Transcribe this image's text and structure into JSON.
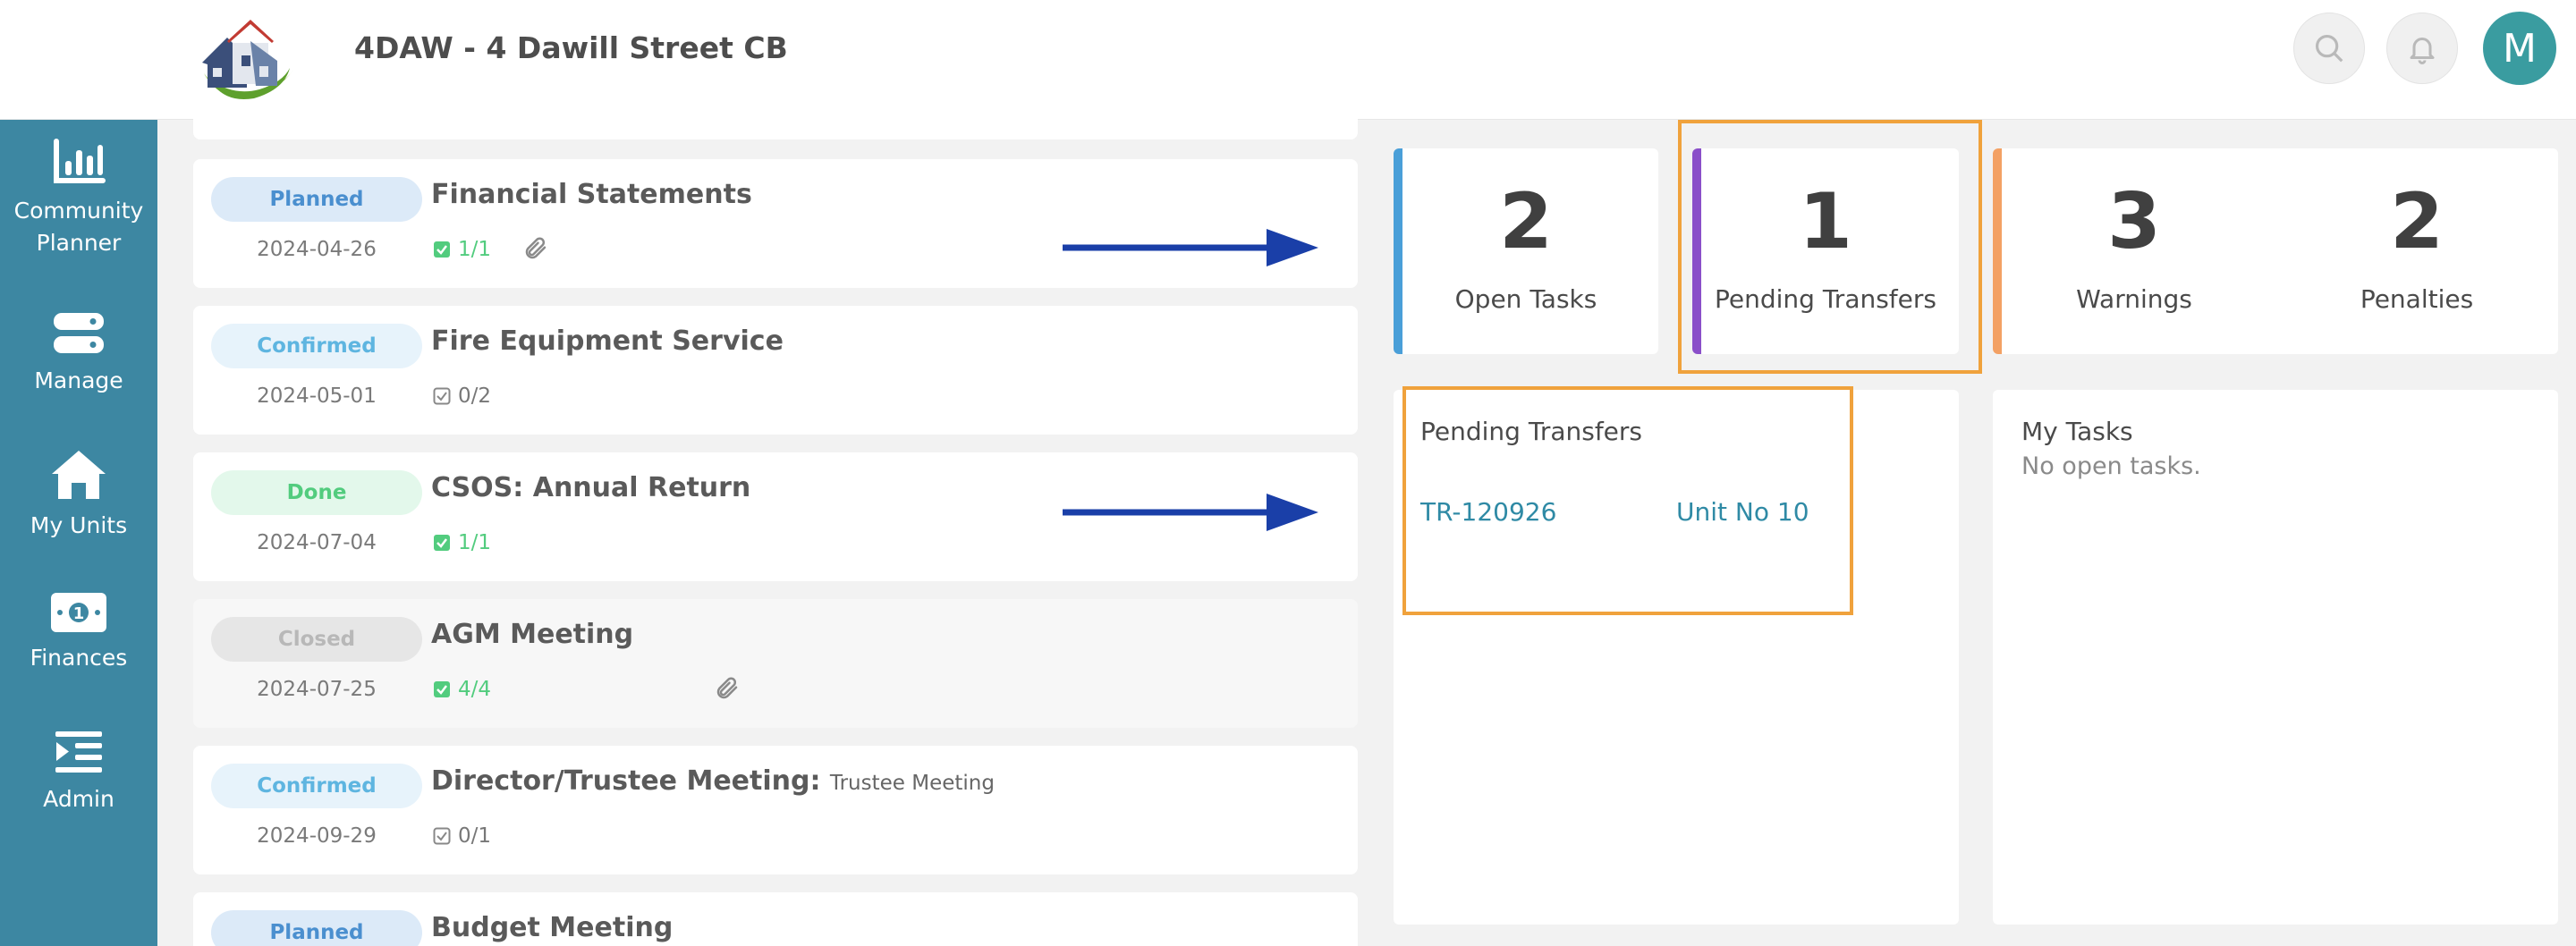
{
  "header": {
    "title": "4DAW - 4 Dawill Street CB",
    "avatar_initial": "M"
  },
  "sidebar": {
    "items": [
      {
        "label": "Community Planner",
        "icon": "bar-chart-icon"
      },
      {
        "label": "Manage",
        "icon": "server-icon"
      },
      {
        "label": "My Units",
        "icon": "home-icon"
      },
      {
        "label": "Finances",
        "icon": "money-icon"
      },
      {
        "label": "Admin",
        "icon": "list-icon"
      }
    ]
  },
  "tasks": [
    {
      "status": "Planned",
      "title": "Financial Statements",
      "subtitle": "",
      "date": "2024-04-26",
      "checklist": "1/1",
      "complete": true,
      "attachment": true
    },
    {
      "status": "Confirmed",
      "title": "Fire Equipment Service",
      "subtitle": "",
      "date": "2024-05-01",
      "checklist": "0/2",
      "complete": false,
      "attachment": false
    },
    {
      "status": "Done",
      "title": "CSOS: Annual Return",
      "subtitle": "",
      "date": "2024-07-04",
      "checklist": "1/1",
      "complete": true,
      "attachment": false
    },
    {
      "status": "Closed",
      "title": "AGM Meeting",
      "subtitle": "",
      "date": "2024-07-25",
      "checklist": "4/4",
      "complete": true,
      "attachment": true
    },
    {
      "status": "Confirmed",
      "title": "Director/Trustee Meeting:",
      "subtitle": "Trustee Meeting",
      "date": "2024-09-29",
      "checklist": "0/1",
      "complete": false,
      "attachment": false
    },
    {
      "status": "Planned",
      "title": "Budget Meeting",
      "subtitle": "",
      "date": "",
      "checklist": "",
      "complete": false,
      "attachment": false
    }
  ],
  "stats": {
    "open_tasks": {
      "value": "2",
      "label": "Open Tasks"
    },
    "pending_transfers": {
      "value": "1",
      "label": "Pending Transfers"
    },
    "warnings": {
      "value": "3",
      "label": "Warnings"
    },
    "penalties": {
      "value": "2",
      "label": "Penalties"
    }
  },
  "pending_panel": {
    "title": "Pending Transfers",
    "transfers": [
      {
        "id": "TR-120926",
        "unit": "Unit No 10"
      }
    ]
  },
  "tasks_panel": {
    "title": "My Tasks",
    "empty_message": "No open tasks."
  },
  "colors": {
    "sidebar": "#3d87a2",
    "planned_bg": "#dceaf8",
    "planned_fg": "#4a8fcf",
    "confirmed_bg": "#e7f3fb",
    "confirmed_fg": "#5eb5e0",
    "done_bg": "#e3f8eb",
    "done_fg": "#52cc7e",
    "closed_bg": "#e6e6e6",
    "closed_fg": "#b8b8b8",
    "open_tasks_bar": "#4a9fd8",
    "pending_bar": "#8a4fc9",
    "warnings_bar": "#f3a164",
    "highlight": "#f0a23c",
    "arrow": "#1a3fa8"
  }
}
